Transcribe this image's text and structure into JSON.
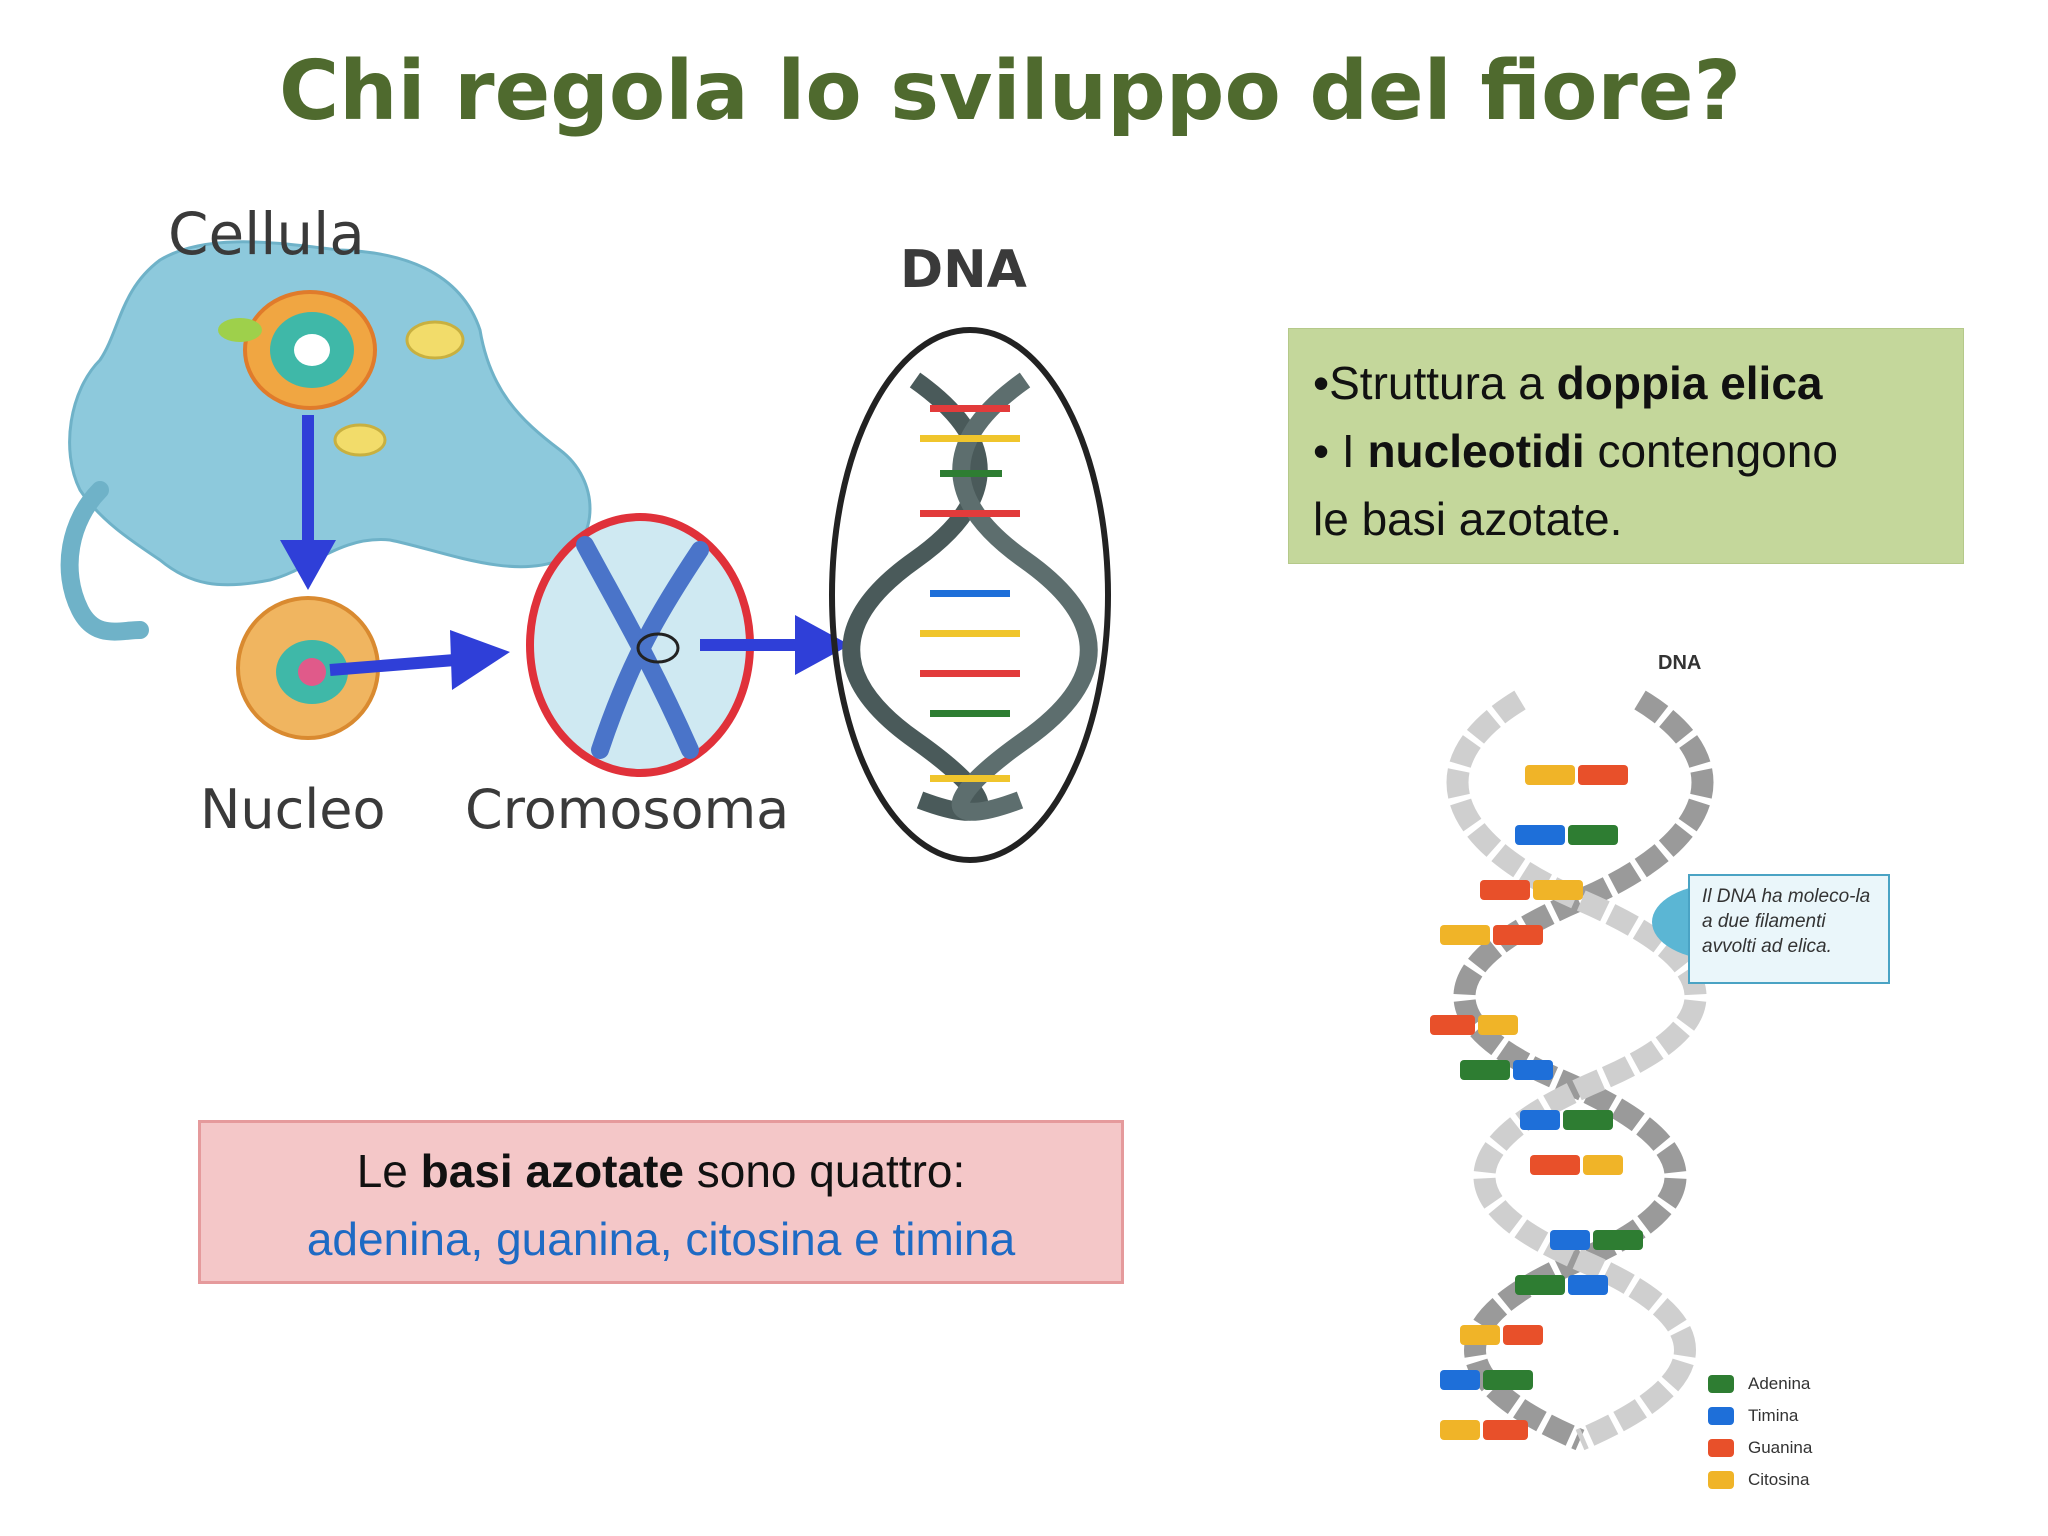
{
  "title": "Chi regola lo sviluppo del fiore?",
  "diagram": {
    "cell_label": "Cellula",
    "dna_label": "DNA",
    "nucleus_label": "Nucleo",
    "chromosome_label": "Cromosoma"
  },
  "green_box": {
    "line1_pre": "•Struttura a ",
    "line1_bold": "doppia elica",
    "line2_pre": "• I ",
    "line2_bold": "nucleotidi",
    "line2_post": " contengono",
    "line3": "le basi azotate."
  },
  "pink_box": {
    "pre": "Le ",
    "bold": "basi azotate",
    "post": " sono quattro:",
    "bases": "adenina, guanina, citosina e timina"
  },
  "helix_figure": {
    "label": "DNA",
    "callout": "Il DNA ha moleco-la a due filamenti avvolti ad elica.",
    "legend": [
      {
        "name": "Adenina",
        "color": "#2e7d32"
      },
      {
        "name": "Timina",
        "color": "#1e6fd9"
      },
      {
        "name": "Guanina",
        "color": "#e8502a"
      },
      {
        "name": "Citosina",
        "color": "#f0b428"
      }
    ]
  },
  "colors": {
    "title": "#4f6a2e",
    "arrow": "#2f3fd8",
    "green_box": "#c4d79b",
    "pink_box": "#f4c7c8",
    "bases_text": "#1e6ac4"
  }
}
